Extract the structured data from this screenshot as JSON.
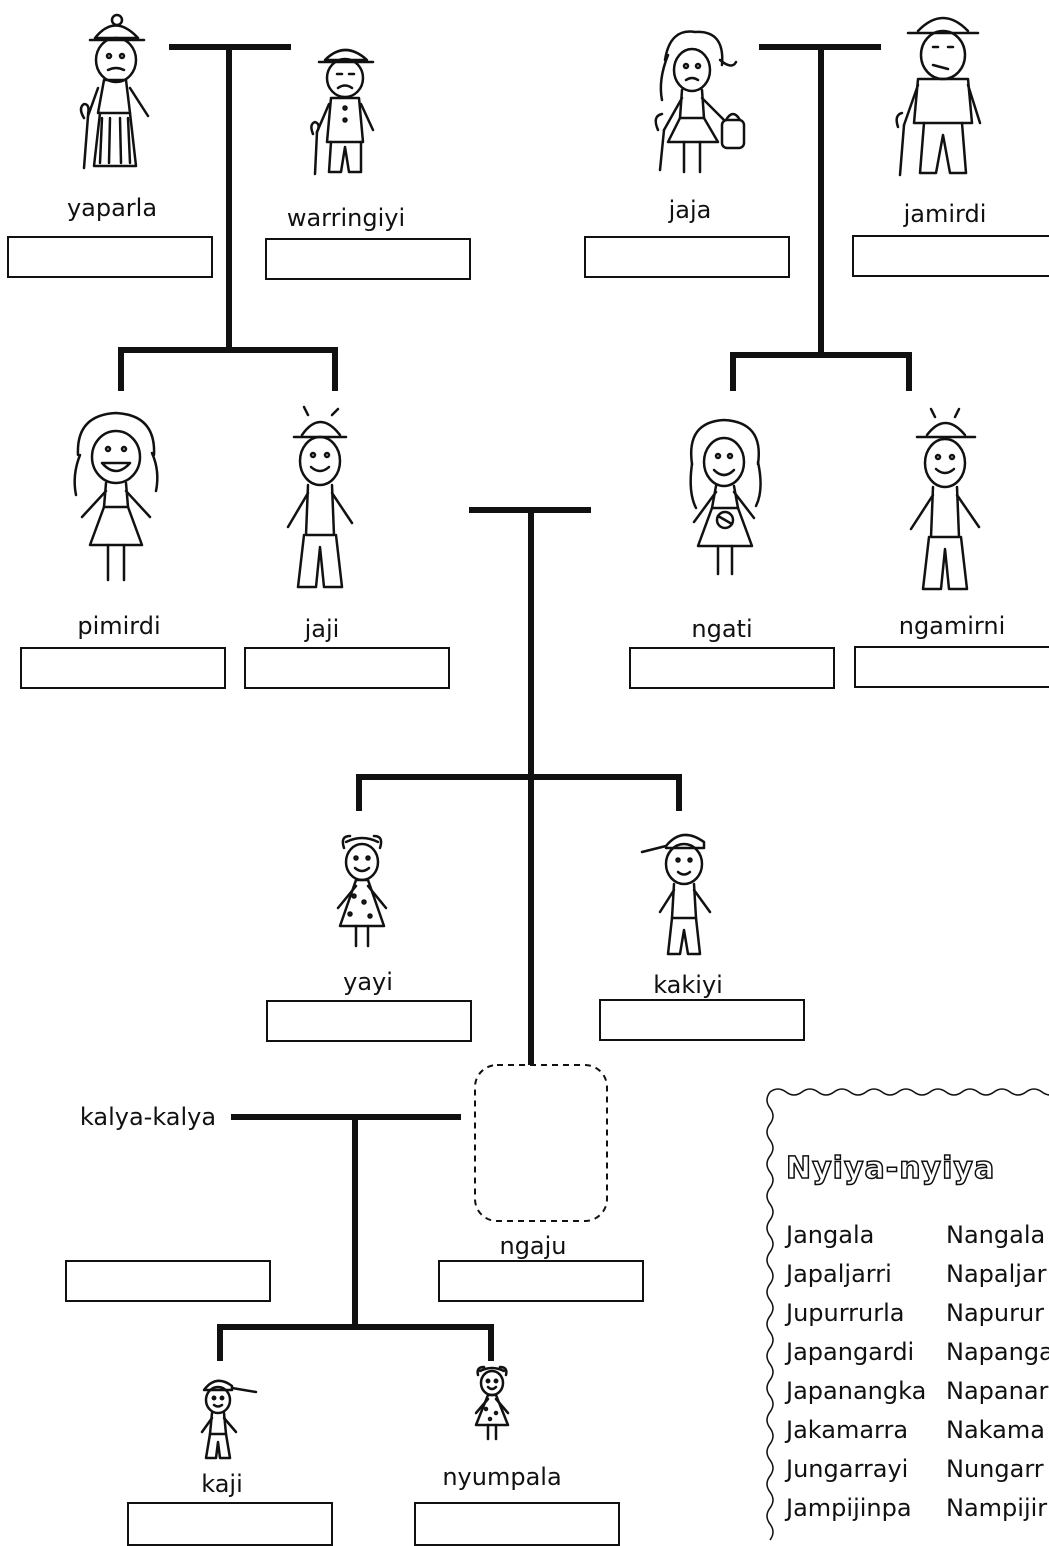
{
  "people": {
    "yaparla": "yaparla",
    "warringiyi": "warringiyi",
    "jaja": "jaja",
    "jamirdi": "jamirdi",
    "pimirdi": "pimirdi",
    "jaji": "jaji",
    "ngati": "ngati",
    "ngamirni": "ngamirni",
    "yayi": "yayi",
    "kakiyi": "kakiyi",
    "kalya_kalya": "kalya-kalya",
    "ngaju": "ngaju",
    "kaji": "kaji",
    "nyumpala": "nyumpala"
  },
  "panel": {
    "title": "Nyiya-nyiya",
    "skin_names_male": [
      "Jangala",
      "Japaljarri",
      "Jupurrurla",
      "Japangardi",
      "Japanangka",
      "Jakamarra",
      "Jungarrayi",
      "Jampijinpa"
    ],
    "skin_names_female": [
      "Nangala",
      "Napaljar",
      "Napurur",
      "Napanga",
      "Napanar",
      "Nakama",
      "Nungarr",
      "Nampijir"
    ]
  },
  "icons": {
    "figures": [
      "grandmother-icon",
      "grandfather-icon",
      "girl-icon",
      "boy-icon",
      "baby-girl-icon",
      "baby-boy-icon"
    ]
  }
}
